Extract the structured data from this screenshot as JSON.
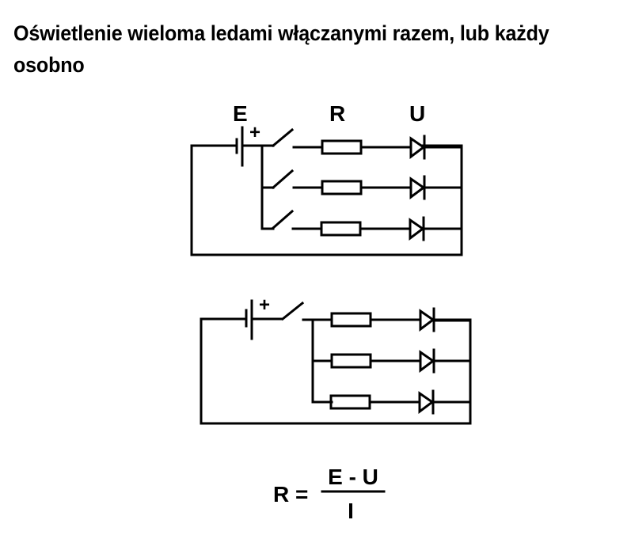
{
  "title": "Oświetlenie wieloma ledami włączanymi razem, lub każdy osobno",
  "diagram1": {
    "description": "Each LED with its own switch",
    "labels": {
      "source": "E",
      "resistor": "R",
      "led": "U",
      "plus": "+"
    },
    "branches": 3,
    "switch_per_branch": true
  },
  "diagram2": {
    "description": "All LEDs switched together",
    "labels": {
      "plus": "+"
    },
    "branches": 3,
    "switch_per_branch": false
  },
  "formula": {
    "lhs": "R =",
    "numerator": "E - U",
    "denominator": "I"
  },
  "colors": {
    "ink": "#000000",
    "background": "#ffffff"
  }
}
